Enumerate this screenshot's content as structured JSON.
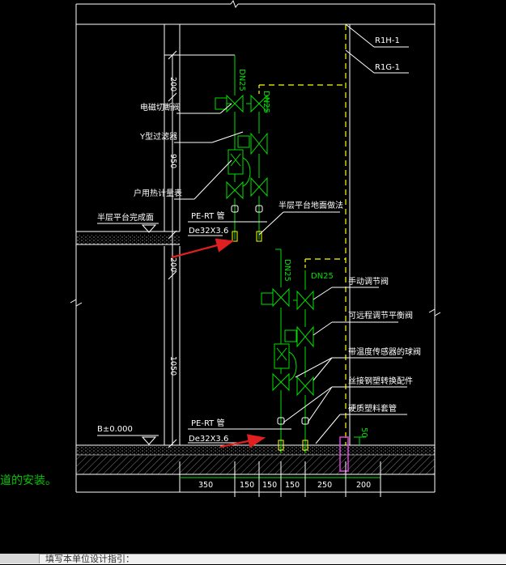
{
  "labels": {
    "r1h": "R1H-1",
    "r1g": "R1G-1",
    "dn25_a": "DN25",
    "dn25_b": "DN25",
    "dn25_c": "DN25",
    "dn25_d": "DN25",
    "solenoid_valve": "电磁切断阀",
    "y_filter": "Y型过滤器",
    "meter": "户用热计量表",
    "floor_note": "半层平台地面做法",
    "pert_top": "PE-RT 管",
    "pert_top_size": "De32X3.6",
    "floor_level": "半层平台完成面",
    "manual_valve": "手动调节阀",
    "balance_valve": "可远程调节平衡阀",
    "sleeve_valve": "带温度传感器的球阀",
    "dry_sleeve": "丝接钢塑转换配件",
    "plastic_sleeve": "硬质塑料套管",
    "pert_bottom": "PE-RT 管",
    "pert_bottom_size": "De32X3.6",
    "ground_level": "B±0.000",
    "side_note": "道的安装。",
    "dim_50": "50"
  },
  "vertical_dims": [
    "200",
    "950",
    "200",
    "1050"
  ],
  "bottom_dims": [
    "350",
    "150",
    "150",
    "150",
    "250",
    "200"
  ],
  "status_bar": {
    "text": "填写本单位设计指引："
  },
  "colors": {
    "background": "#000000",
    "line_white": "#ffffff",
    "line_green": "#00e000",
    "line_yellow": "#ffff00",
    "arrow_red": "#e02020",
    "sleeve_magenta": "#e040e0"
  }
}
